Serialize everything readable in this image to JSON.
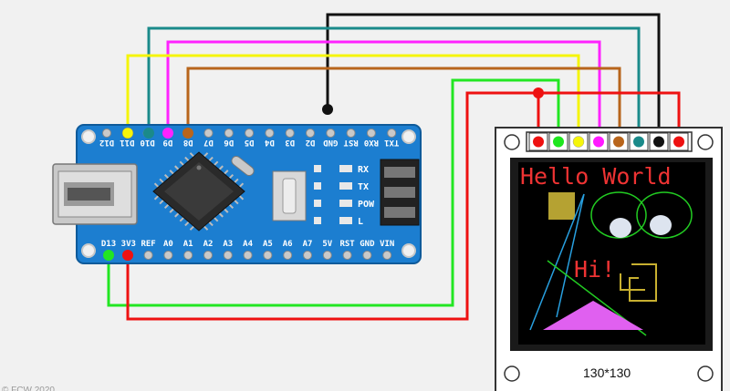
{
  "nano": {
    "top_pins": [
      "D12",
      "D11",
      "D10",
      "D9",
      "D8",
      "D7",
      "D6",
      "D5",
      "D4",
      "D3",
      "D2",
      "GND",
      "RST",
      "RX0",
      "TX1"
    ],
    "bottom_pins": [
      "D13",
      "3V3",
      "REF",
      "A0",
      "A1",
      "A2",
      "A3",
      "A4",
      "A5",
      "A6",
      "A7",
      "5V",
      "RST",
      "GND",
      "VIN"
    ],
    "leds": [
      "RX",
      "TX",
      "POW",
      "L"
    ]
  },
  "lcd": {
    "screen_title": "Hello World",
    "screen_greeting": "Hi!",
    "resolution_label": "130*130"
  },
  "colors": {
    "board": "#1c7ed0",
    "black_wire": "#111111",
    "teal_wire": "#1a8a8a",
    "orange_wire": "#b8651c",
    "magenta_wire": "#ff1aff",
    "yellow_wire": "#f5f50a",
    "green_wire": "#1ee61e",
    "red_wire": "#ee1111"
  }
}
